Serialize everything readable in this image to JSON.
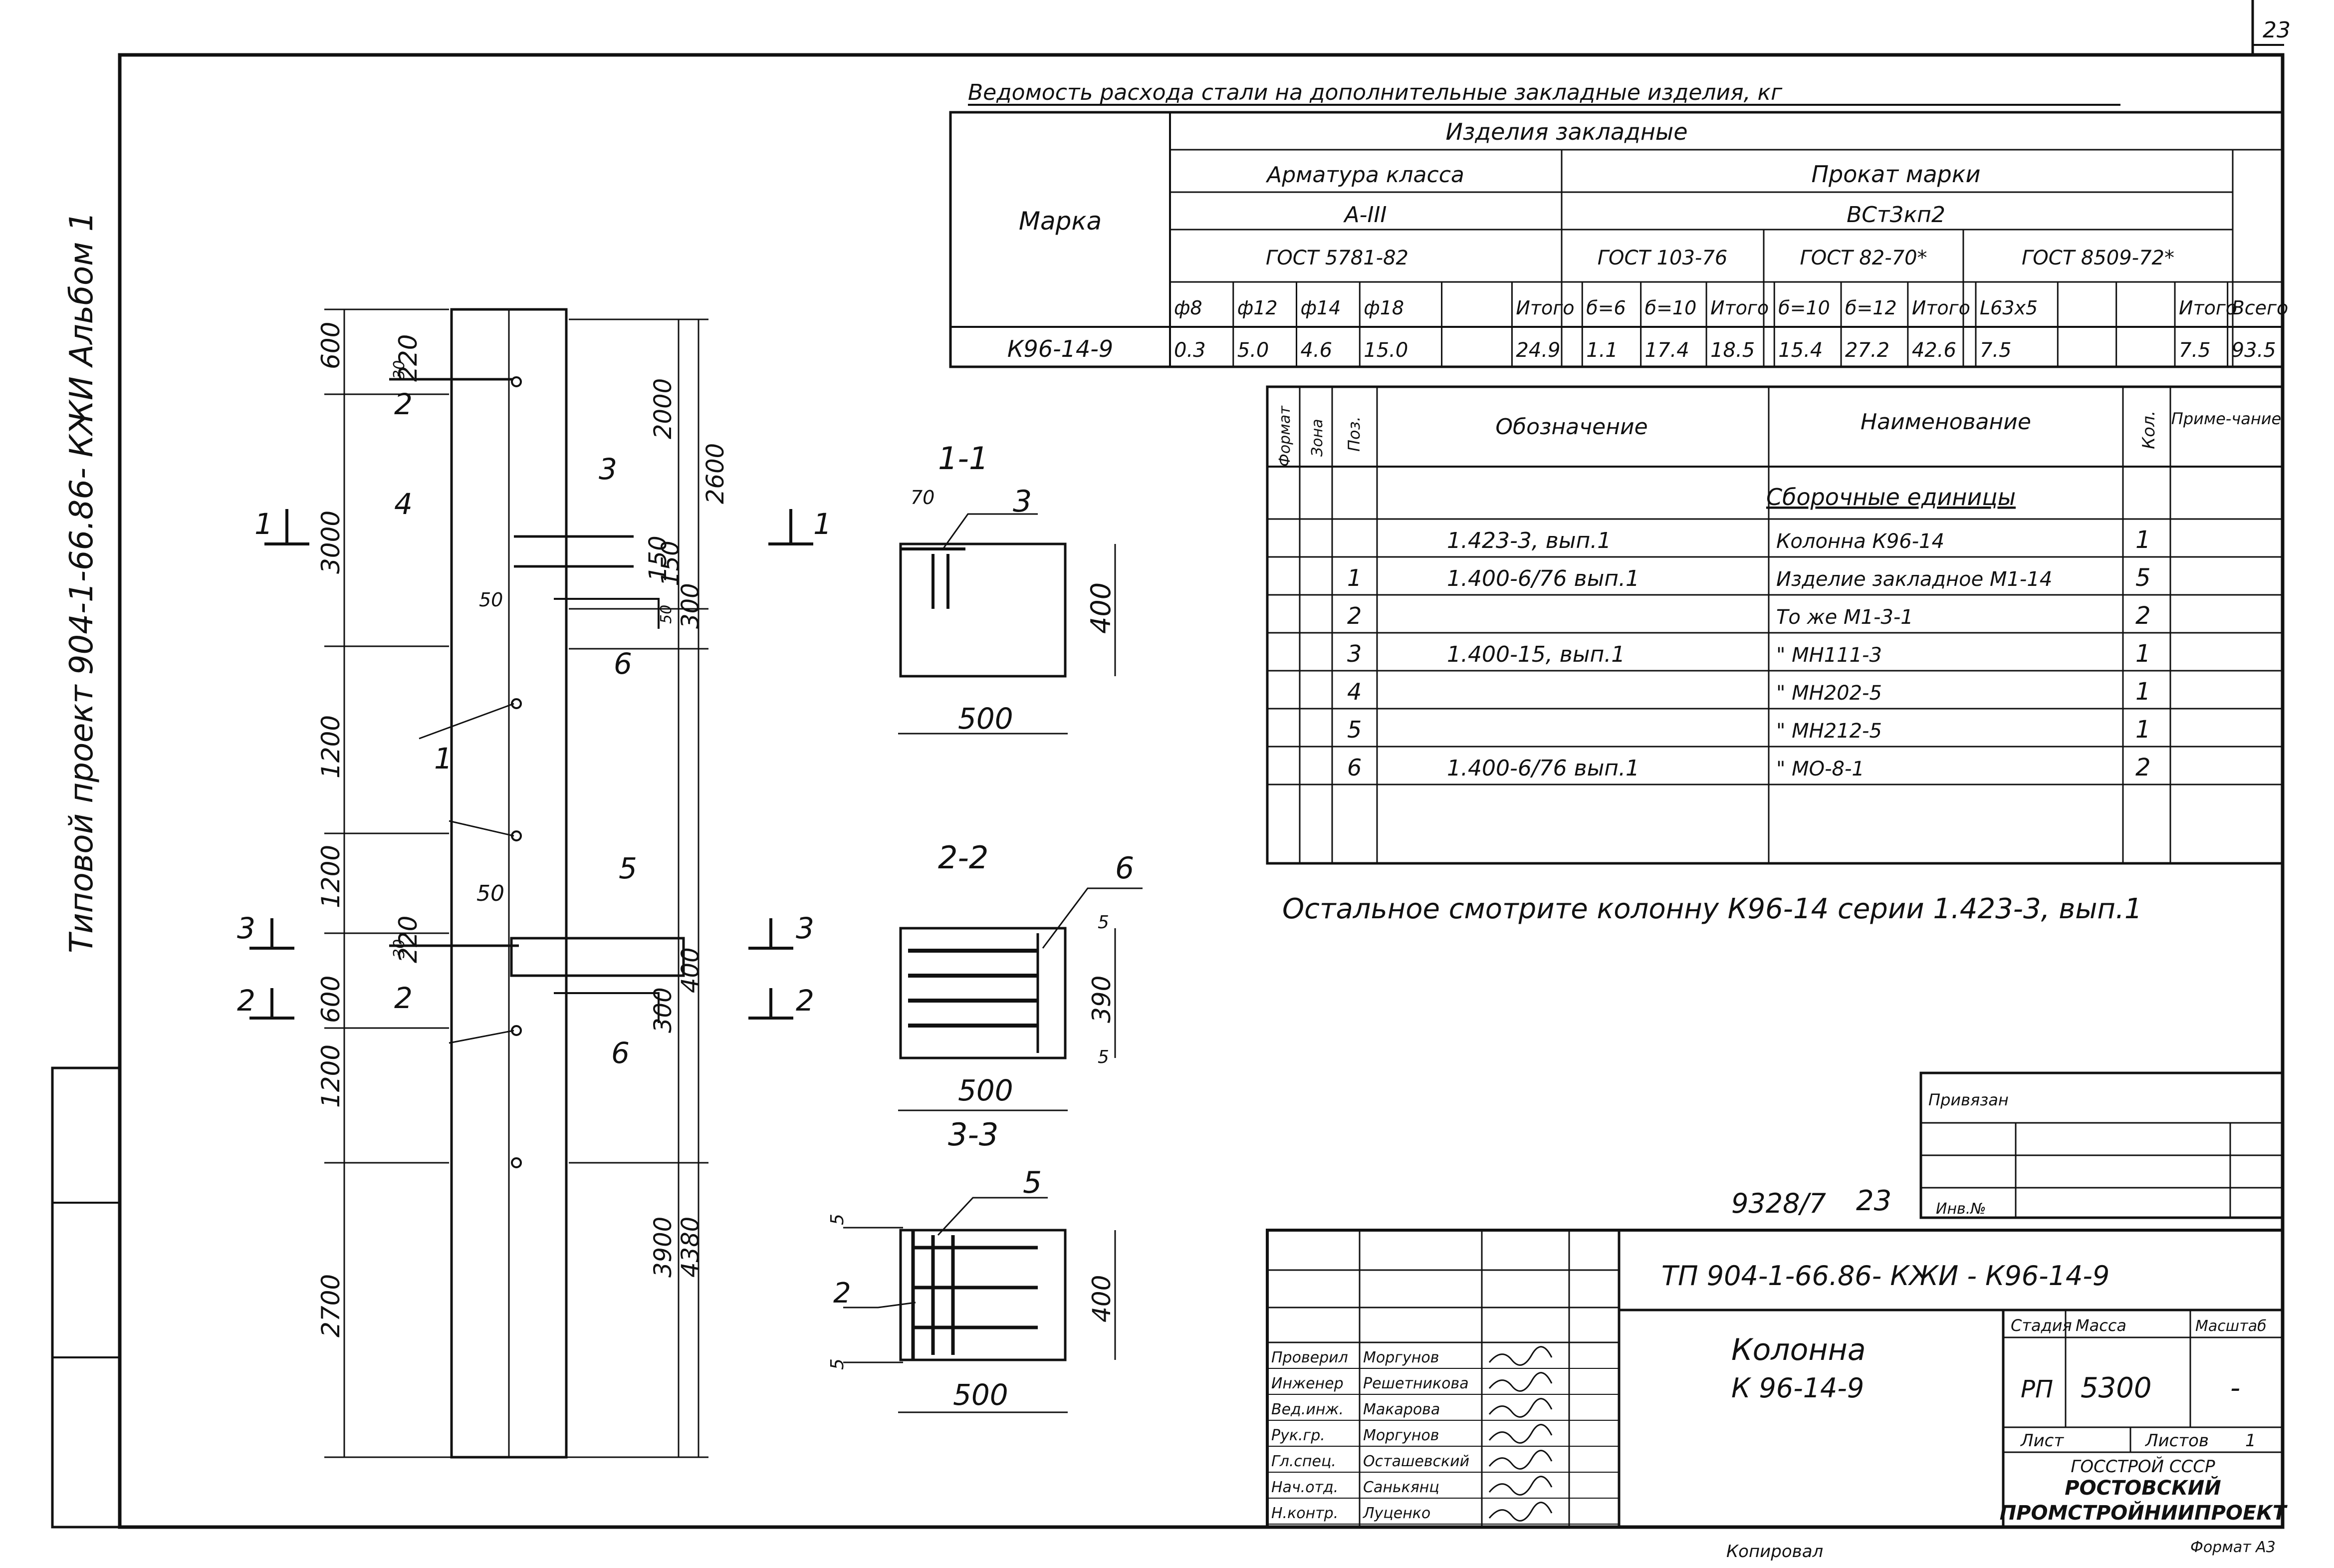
{
  "sheet": {
    "page_number": "23",
    "side_title": "Типовой проект 904-1-66.86- КЖИ Альбом 1",
    "copied_by": "Копировал",
    "format": "Формат А3",
    "inv_no": "9328/7",
    "inv_page": "23"
  },
  "steel_table": {
    "title": "Ведомость расхода стали на дополнительные закладные изделия, кг",
    "group_header": "Изделия закладные",
    "mark_header": "Марка",
    "rebar_header": "Арматура класса",
    "rebar_class": "А-III",
    "rebar_gost": "ГОСТ 5781-82",
    "rolled_header": "Прокат марки",
    "rolled_grade": "ВСт3кп2",
    "gost_a": "ГОСТ 103-76",
    "gost_b": "ГОСТ 82-70*",
    "gost_c": "ГОСТ 8509-72*",
    "cols": [
      "ф8",
      "ф12",
      "ф14",
      "ф18",
      "",
      "Итого",
      "б=6",
      "б=10",
      "Итого",
      "б=10",
      "б=12",
      "Итого",
      "L63х5",
      "",
      "",
      "Итого",
      "Всего"
    ],
    "row": {
      "mark": "К96-14-9",
      "values": [
        "0.3",
        "5.0",
        "4.6",
        "15.0",
        "",
        "24.9",
        "1.1",
        "17.4",
        "18.5",
        "15.4",
        "27.2",
        "42.6",
        "7.5",
        "",
        "",
        "7.5",
        "93.5"
      ]
    }
  },
  "spec_table": {
    "headers": {
      "format": "Формат",
      "zone": "Зона",
      "pos": "Поз.",
      "designation": "Обозначение",
      "name": "Наименование",
      "qty": "Кол.",
      "note": "Приме-чание"
    },
    "section_title": "Сборочные единицы",
    "rows": [
      {
        "pos": "",
        "designation": "1.423-3, вып.1",
        "name": "Колонна К96-14",
        "qty": "1"
      },
      {
        "pos": "1",
        "designation": "1.400-6/76 вып.1",
        "name": "Изделие закладное М1-14",
        "qty": "5"
      },
      {
        "pos": "2",
        "designation": "",
        "name": "То же М1-3-1",
        "qty": "2"
      },
      {
        "pos": "3",
        "designation": "1.400-15, вып.1",
        "name": "\" МН111-3",
        "qty": "1"
      },
      {
        "pos": "4",
        "designation": "",
        "name": "\" МН202-5",
        "qty": "1"
      },
      {
        "pos": "5",
        "designation": "",
        "name": "\" МН212-5",
        "qty": "1"
      },
      {
        "pos": "6",
        "designation": "1.400-6/76 вып.1",
        "name": "\" МО-8-1",
        "qty": "2"
      }
    ]
  },
  "note": "Остальное смотрите колонну К96-14 серии 1.423-3, вып.1",
  "elevation": {
    "dims_left": [
      "600",
      "30",
      "220",
      "3000",
      "1200",
      "1200",
      "30",
      "220",
      "600",
      "1200",
      "2700"
    ],
    "dims_right": [
      "2000",
      "2600",
      "150",
      "150",
      "50",
      "300",
      "400",
      "300",
      "3900",
      "4380"
    ],
    "dims_inner": [
      "50",
      "50"
    ],
    "callouts": [
      "1",
      "2",
      "3",
      "4",
      "5",
      "6",
      "2",
      "6"
    ],
    "cut_marks": [
      "1",
      "1",
      "3",
      "3",
      "2",
      "2"
    ]
  },
  "section_1_1": {
    "label": "1-1",
    "callout": "3",
    "dim_offset": "70",
    "width": "500",
    "height": "400"
  },
  "section_2_2": {
    "label": "2-2",
    "callout": "6",
    "width": "500",
    "height": "390",
    "edge_a": "5",
    "edge_b": "5"
  },
  "section_3_3": {
    "label": "3-3",
    "callout_top": "5",
    "callout_left": "2",
    "width": "500",
    "height": "400",
    "edge_a": "5",
    "edge_b": "5"
  },
  "title_block": {
    "attached": "Привязан",
    "inv_label": "Инв.№",
    "code": "ТП 904-1-66.86- КЖИ - К96-14-9",
    "name_line1": "Колонна",
    "name_line2": "К 96-14-9",
    "stage_label": "Стадия",
    "stage": "РП",
    "mass_label": "Масса",
    "mass": "5300",
    "scale_label": "Масштаб",
    "scale": "-",
    "sheet_label": "Лист",
    "sheets_label": "Листов",
    "sheets": "1",
    "org1": "ГОССТРОЙ СССР",
    "org2": "РОСТОВСКИЙ",
    "org3": "ПРОМСТРОЙНИИПРОЕКТ",
    "signers": [
      {
        "role": "Проверил",
        "name": "Моргунов"
      },
      {
        "role": "Инженер",
        "name": "Решетникова"
      },
      {
        "role": "Вед.инж.",
        "name": "Макарова"
      },
      {
        "role": "Рук.гр.",
        "name": "Моргунов"
      },
      {
        "role": "Гл.спец.",
        "name": "Осташевский"
      },
      {
        "role": "Нач.отд.",
        "name": "Санькянц"
      },
      {
        "role": "Н.контр.",
        "name": "Луценко"
      }
    ]
  }
}
